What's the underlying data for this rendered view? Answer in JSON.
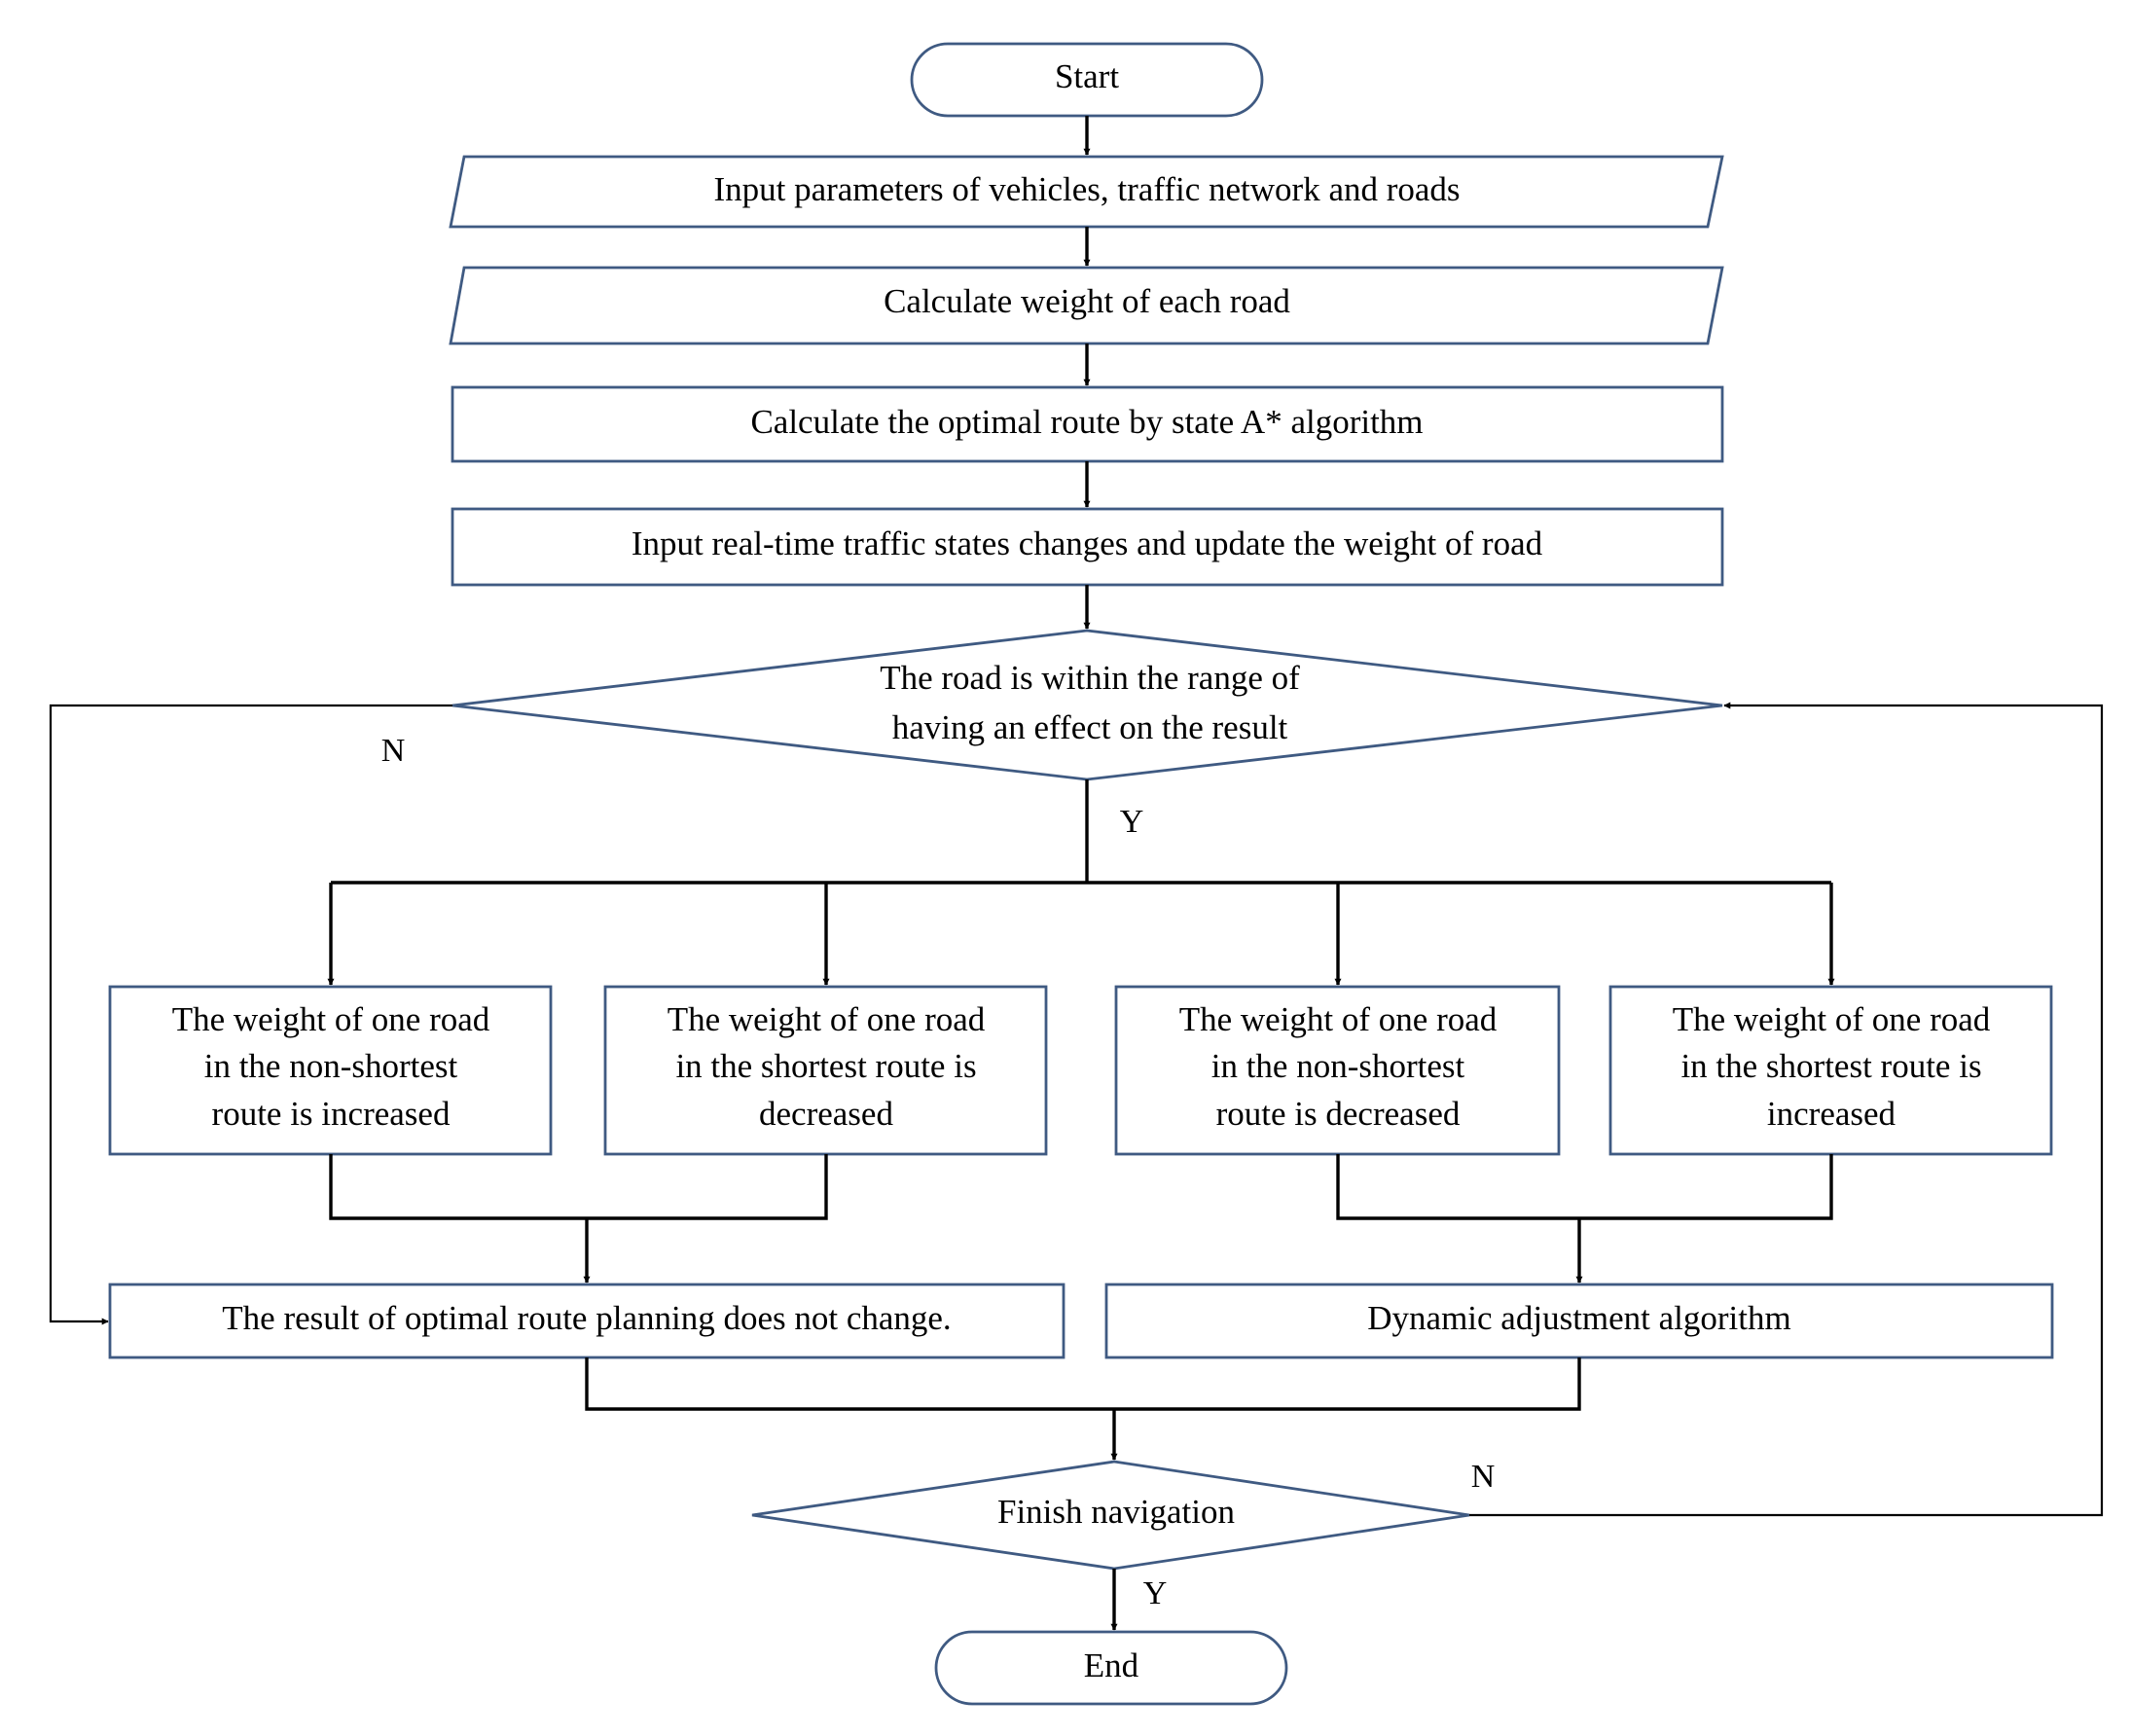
{
  "nodes": {
    "start": "Start",
    "input_params": "Input parameters of vehicles, traffic network and roads",
    "calc_weight": "Calculate weight of each road",
    "calc_route": "Calculate the optimal route by state A* algorithm",
    "input_realtime": "Input real-time traffic states changes and update the weight of road",
    "decision_range": {
      "line1": "The road is within the range of",
      "line2": "having an effect on the result"
    },
    "case1": {
      "line1": "The weight of one road",
      "line2": "in the non-shortest",
      "line3": "route is increased"
    },
    "case2": {
      "line1": "The weight of one road",
      "line2": "in the shortest route is",
      "line3": "decreased"
    },
    "case3": {
      "line1": "The weight of one road",
      "line2": "in the non-shortest",
      "line3": "route is decreased"
    },
    "case4": {
      "line1": "The weight of one road",
      "line2": "in the shortest route is",
      "line3": "increased"
    },
    "no_change": "The result of optimal route planning does not change.",
    "dynamic": "Dynamic adjustment algorithm",
    "finish": "Finish navigation",
    "end": "End"
  },
  "labels": {
    "range_no": "N",
    "range_yes": "Y",
    "finish_no": "N",
    "finish_yes": "Y"
  }
}
